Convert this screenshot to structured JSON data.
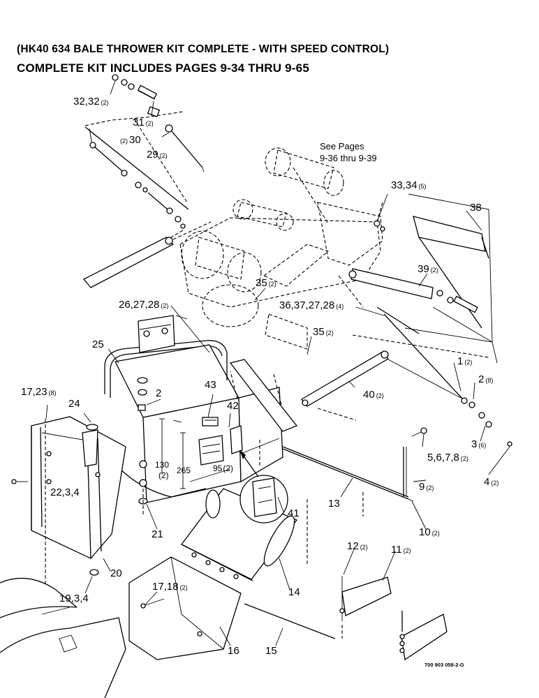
{
  "header": {
    "line1": "(HK40 634 BALE THROWER KIT COMPLETE - WITH SPEED CONTROL)",
    "line2": "COMPLETE KIT INCLUDES PAGES 9-34 THRU 9-65"
  },
  "note": {
    "line1": "See Pages",
    "line2": "9-36 thru 9-39"
  },
  "figure_code": "700 903 058-2-G",
  "callouts": [
    {
      "text": "32,32",
      "qty": "(2)"
    },
    {
      "text": "31",
      "qty": "(2)"
    },
    {
      "text": "30",
      "qty": "(2)"
    },
    {
      "text": "29",
      "qty": "(2)"
    },
    {
      "text": "33,34",
      "qty": "(5)"
    },
    {
      "text": "38",
      "qty": ""
    },
    {
      "text": "39",
      "qty": "(2)"
    },
    {
      "text": "35",
      "qty": "(2)"
    },
    {
      "text": "36,37,27,28",
      "qty": "(4)"
    },
    {
      "text": "26,27,28",
      "qty": "(2)"
    },
    {
      "text": "35",
      "qty": "(2)"
    },
    {
      "text": "1",
      "qty": "(2)"
    },
    {
      "text": "2",
      "qty": "(8)"
    },
    {
      "text": "25",
      "qty": ""
    },
    {
      "text": "40",
      "qty": "(2)"
    },
    {
      "text": "17,23",
      "qty": "(8)"
    },
    {
      "text": "43",
      "qty": ""
    },
    {
      "text": "2",
      "qty": ""
    },
    {
      "text": "24",
      "qty": ""
    },
    {
      "text": "42",
      "qty": ""
    },
    {
      "text": "3",
      "qty": "(6)"
    },
    {
      "text": "5,6,7,8",
      "qty": "(2)"
    },
    {
      "text": "130",
      "qty": ""
    },
    {
      "text": "(2)",
      "qty": ""
    },
    {
      "text": "265",
      "qty": ""
    },
    {
      "text": "95",
      "qty": "(2)"
    },
    {
      "text": "22,3,4",
      "qty": ""
    },
    {
      "text": "4",
      "qty": "(2)"
    },
    {
      "text": "9",
      "qty": "(2)"
    },
    {
      "text": "13",
      "qty": ""
    },
    {
      "text": "41",
      "qty": ""
    },
    {
      "text": "10",
      "qty": "(2)"
    },
    {
      "text": "21",
      "qty": ""
    },
    {
      "text": "12",
      "qty": "(2)"
    },
    {
      "text": "11",
      "qty": "(2)"
    },
    {
      "text": "20",
      "qty": ""
    },
    {
      "text": "17,18",
      "qty": "(2)"
    },
    {
      "text": "14",
      "qty": ""
    },
    {
      "text": "19,3,4",
      "qty": ""
    },
    {
      "text": "16",
      "qty": ""
    },
    {
      "text": "15",
      "qty": ""
    }
  ]
}
